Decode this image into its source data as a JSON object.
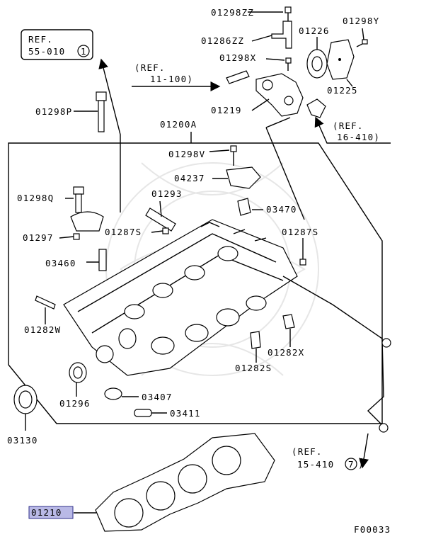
{
  "diagram_id": "F00033",
  "labels": {
    "ref_55": "REF.",
    "ref_55_num": "55-010",
    "ref_55_circ": "1",
    "p01298zz": "01298ZZ",
    "p01286zz": "01286ZZ",
    "p01298x": "01298X",
    "p01226": "01226",
    "p01298y": "01298Y",
    "p01225": "01225",
    "ref_11": "(REF.",
    "ref_11_num": "11-100)",
    "p01219": "01219",
    "ref_16": "(REF.",
    "ref_16_num": "16-410)",
    "p01298p": "01298P",
    "p01200a": "01200A",
    "p01298v": "01298V",
    "p04237": "04237",
    "p01298q": "01298Q",
    "p01293": "01293",
    "p03470": "03470",
    "p01297": "01297",
    "p01287s_a": "01287S",
    "p01287s_b": "01287S",
    "p03460": "03460",
    "p01282w": "01282W",
    "p01282x": "01282X",
    "p01282s": "01282S",
    "p01296": "01296",
    "p03407": "03407",
    "p03411": "03411",
    "p03130": "03130",
    "ref_15": "(REF.",
    "ref_15_num": "15-410",
    "ref_15_circ": "7",
    "ref_15_close": ")",
    "p01210": "01210"
  },
  "highlight_color": "#b9b9e6"
}
